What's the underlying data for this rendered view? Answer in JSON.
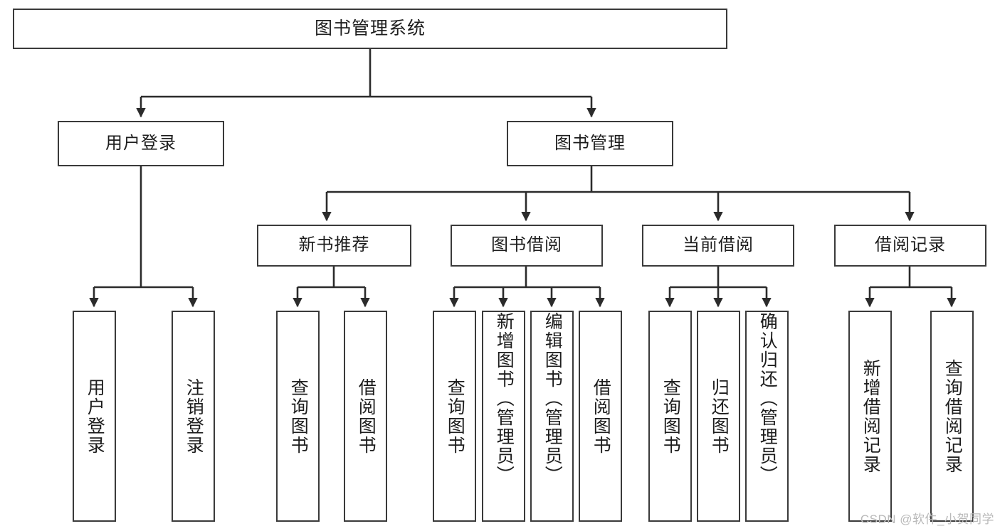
{
  "diagram": {
    "title": "图书管理系统",
    "type": "hierarchy-tree",
    "watermark": "CSDN @软件_小贺同学",
    "colors": {
      "box_border": "#3a3a3a",
      "box_fill": "#ffffff",
      "edge": "#2b2b2b",
      "text": "#1d1d1d",
      "watermark": "#b9b9b9"
    },
    "levels": {
      "root": {
        "label": "图书管理系统"
      },
      "level2": [
        {
          "id": "user-login",
          "label": "用户登录"
        },
        {
          "id": "book-manage",
          "label": "图书管理"
        }
      ],
      "level3": [
        {
          "id": "new-book-recommend",
          "label": "新书推荐"
        },
        {
          "id": "book-borrow",
          "label": "图书借阅"
        },
        {
          "id": "current-borrow",
          "label": "当前借阅"
        },
        {
          "id": "borrow-record",
          "label": "借阅记录"
        }
      ],
      "leaves": {
        "user_login": [
          {
            "id": "leaf-user-login",
            "label": "用户登录"
          },
          {
            "id": "leaf-logout-login",
            "label": "注销登录"
          }
        ],
        "new_book_recommend": [
          {
            "id": "leaf-query-book-1",
            "label": "查询图书"
          },
          {
            "id": "leaf-borrow-book-1",
            "label": "借阅图书"
          }
        ],
        "book_borrow": [
          {
            "id": "leaf-query-book-2",
            "label": "查询图书"
          },
          {
            "id": "leaf-add-book",
            "label": "新增图书（管理员）"
          },
          {
            "id": "leaf-edit-book",
            "label": "编辑图书（管理员）"
          },
          {
            "id": "leaf-borrow-book-2",
            "label": "借阅图书"
          }
        ],
        "current_borrow": [
          {
            "id": "leaf-query-book-3",
            "label": "查询图书"
          },
          {
            "id": "leaf-return-book",
            "label": "归还图书"
          },
          {
            "id": "leaf-confirm-return",
            "label": "确认归还（管理员）"
          }
        ],
        "borrow_record": [
          {
            "id": "leaf-add-record",
            "label": "新增借阅记录"
          },
          {
            "id": "leaf-query-record",
            "label": "查询借阅记录"
          }
        ]
      }
    }
  }
}
